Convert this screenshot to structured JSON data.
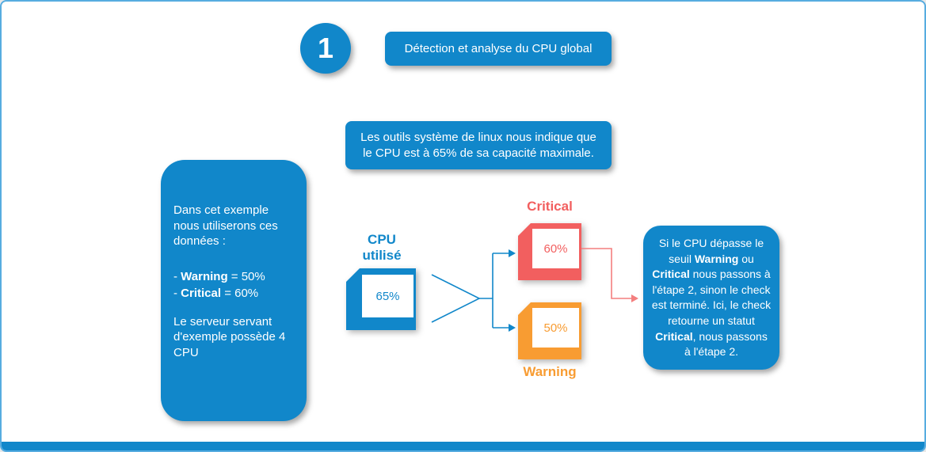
{
  "step": {
    "number": "1",
    "title": "Détection et analyse du CPU global"
  },
  "note": {
    "text": "Les outils système de linux nous indique que le CPU est à 65% de sa capacité maximale."
  },
  "example_box": {
    "intro": "Dans cet exemple nous utiliserons ces données :",
    "warning_bullet": {
      "prefix": "- ",
      "label": "Warning",
      "suffix": " = 50%"
    },
    "critical_bullet": {
      "prefix": "- ",
      "label": "Critical",
      "suffix": " = 60%"
    },
    "outro": "Le serveur servant d'exemple possède 4 CPU"
  },
  "flow": {
    "cpu_label": "CPU utilisé",
    "cpu_value": "65%",
    "critical_label": "Critical",
    "critical_value": "60%",
    "warning_label": "Warning",
    "warning_value": "50%"
  },
  "result_box": {
    "seg1": "Si le CPU dépasse le seuil ",
    "seg2": "Warning",
    "seg3": " ou ",
    "seg4": "Critical",
    "seg5": " nous passons à l'étape 2, sinon le check est terminé. Ici, le check retourne un statut ",
    "seg6": "Critical",
    "seg7": ", nous passons à l'étape 2."
  },
  "colors": {
    "blue": "#1187ca",
    "red": "#f25f5f",
    "orange": "#f89c32"
  }
}
